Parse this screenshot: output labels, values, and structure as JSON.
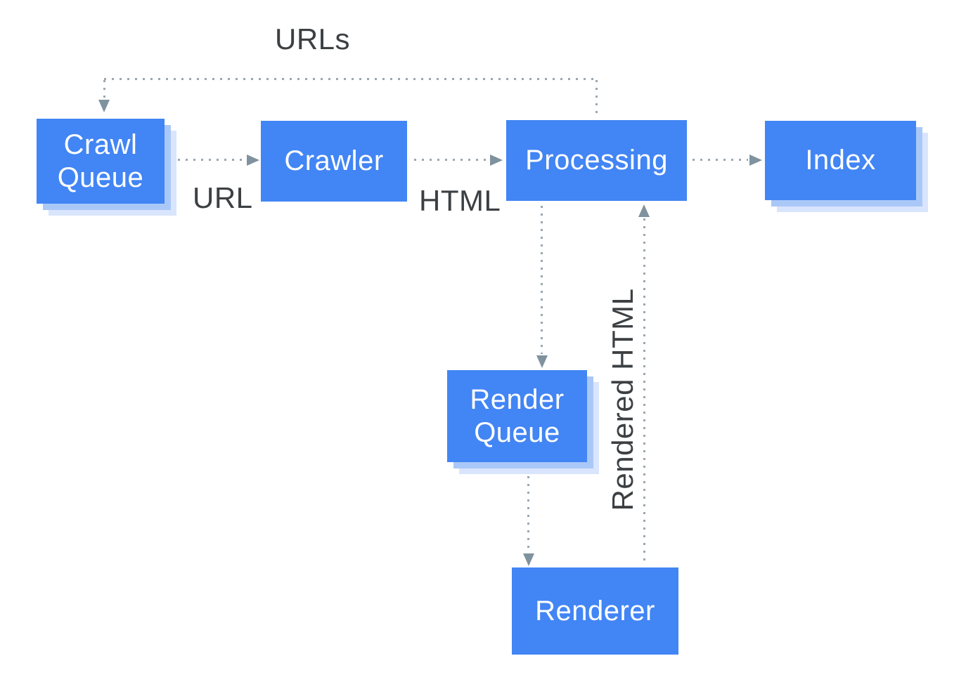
{
  "diagram": {
    "background": "#ffffff",
    "nodes": {
      "crawl_queue": {
        "label": "Crawl Queue",
        "has_shadow": true
      },
      "crawler": {
        "label": "Crawler",
        "has_shadow": false
      },
      "processing": {
        "label": "Processing",
        "has_shadow": false
      },
      "index": {
        "label": "Index",
        "has_shadow": true
      },
      "render_queue": {
        "label": "Render Queue",
        "has_shadow": true
      },
      "renderer": {
        "label": "Renderer",
        "has_shadow": false
      }
    },
    "labels": {
      "urls": "URLs",
      "url": "URL",
      "html": "HTML",
      "rendered_html": "Rendered HTML"
    },
    "edges": [
      {
        "from": "processing",
        "to": "crawl_queue",
        "label": "URLs",
        "style": "dotted"
      },
      {
        "from": "crawl_queue",
        "to": "crawler",
        "label": "URL",
        "style": "dotted"
      },
      {
        "from": "crawler",
        "to": "processing",
        "label": "HTML",
        "style": "dotted"
      },
      {
        "from": "processing",
        "to": "index",
        "label": "",
        "style": "dotted"
      },
      {
        "from": "processing",
        "to": "render_queue",
        "label": "",
        "style": "dotted"
      },
      {
        "from": "render_queue",
        "to": "renderer",
        "label": "",
        "style": "dotted"
      },
      {
        "from": "renderer",
        "to": "processing",
        "label": "Rendered HTML",
        "style": "dotted"
      }
    ],
    "colors": {
      "node_fill": "#4285f4",
      "node_text": "#ffffff",
      "shadow_inner": "#aac8f7",
      "shadow_outer": "#d9e5fc",
      "dot": "#99a7b2",
      "arrowhead": "#7f929e",
      "label_text": "#3c4043"
    }
  }
}
